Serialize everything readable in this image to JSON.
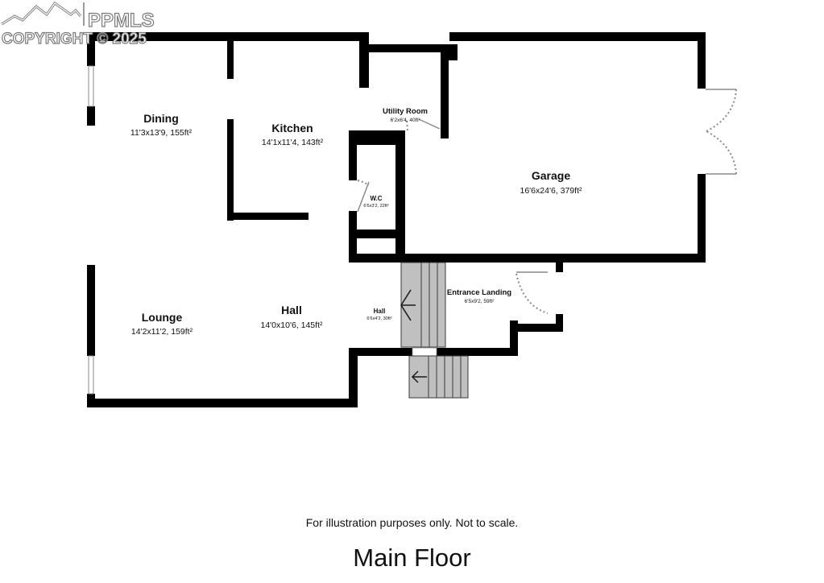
{
  "watermark": {
    "brand": "PPMLS",
    "copyright": "COPYRIGHT © 2025",
    "icon": "mountain-range-icon"
  },
  "floor": {
    "title": "Main Floor",
    "disclaimer": "For illustration purposes only. Not to scale."
  },
  "rooms": {
    "dining": {
      "name": "Dining",
      "dims": "11'3x13'9, 155ft²"
    },
    "kitchen": {
      "name": "Kitchen",
      "dims": "14'1x11'4, 143ft²"
    },
    "utility": {
      "name": "Utility Room",
      "dims": "6'2x6'4, 40ft²"
    },
    "wc": {
      "name": "W.C",
      "dims": "6'6x3'2, 22ft²"
    },
    "garage": {
      "name": "Garage",
      "dims": "16'6x24'6, 379ft²"
    },
    "lounge": {
      "name": "Lounge",
      "dims": "14'2x11'2, 159ft²"
    },
    "hall": {
      "name": "Hall",
      "dims": "14'0x10'6, 145ft²"
    },
    "hall_small": {
      "name": "Hall",
      "dims": "6'6x4'2, 30ft²"
    },
    "entrance": {
      "name": "Entrance Landing",
      "dims": "6'5x9'2, 59ft²"
    }
  },
  "colors": {
    "wall": "#000000",
    "stair_fill": "#c0c0c0",
    "door_swing": "#8a8a8a",
    "background": "#ffffff"
  }
}
